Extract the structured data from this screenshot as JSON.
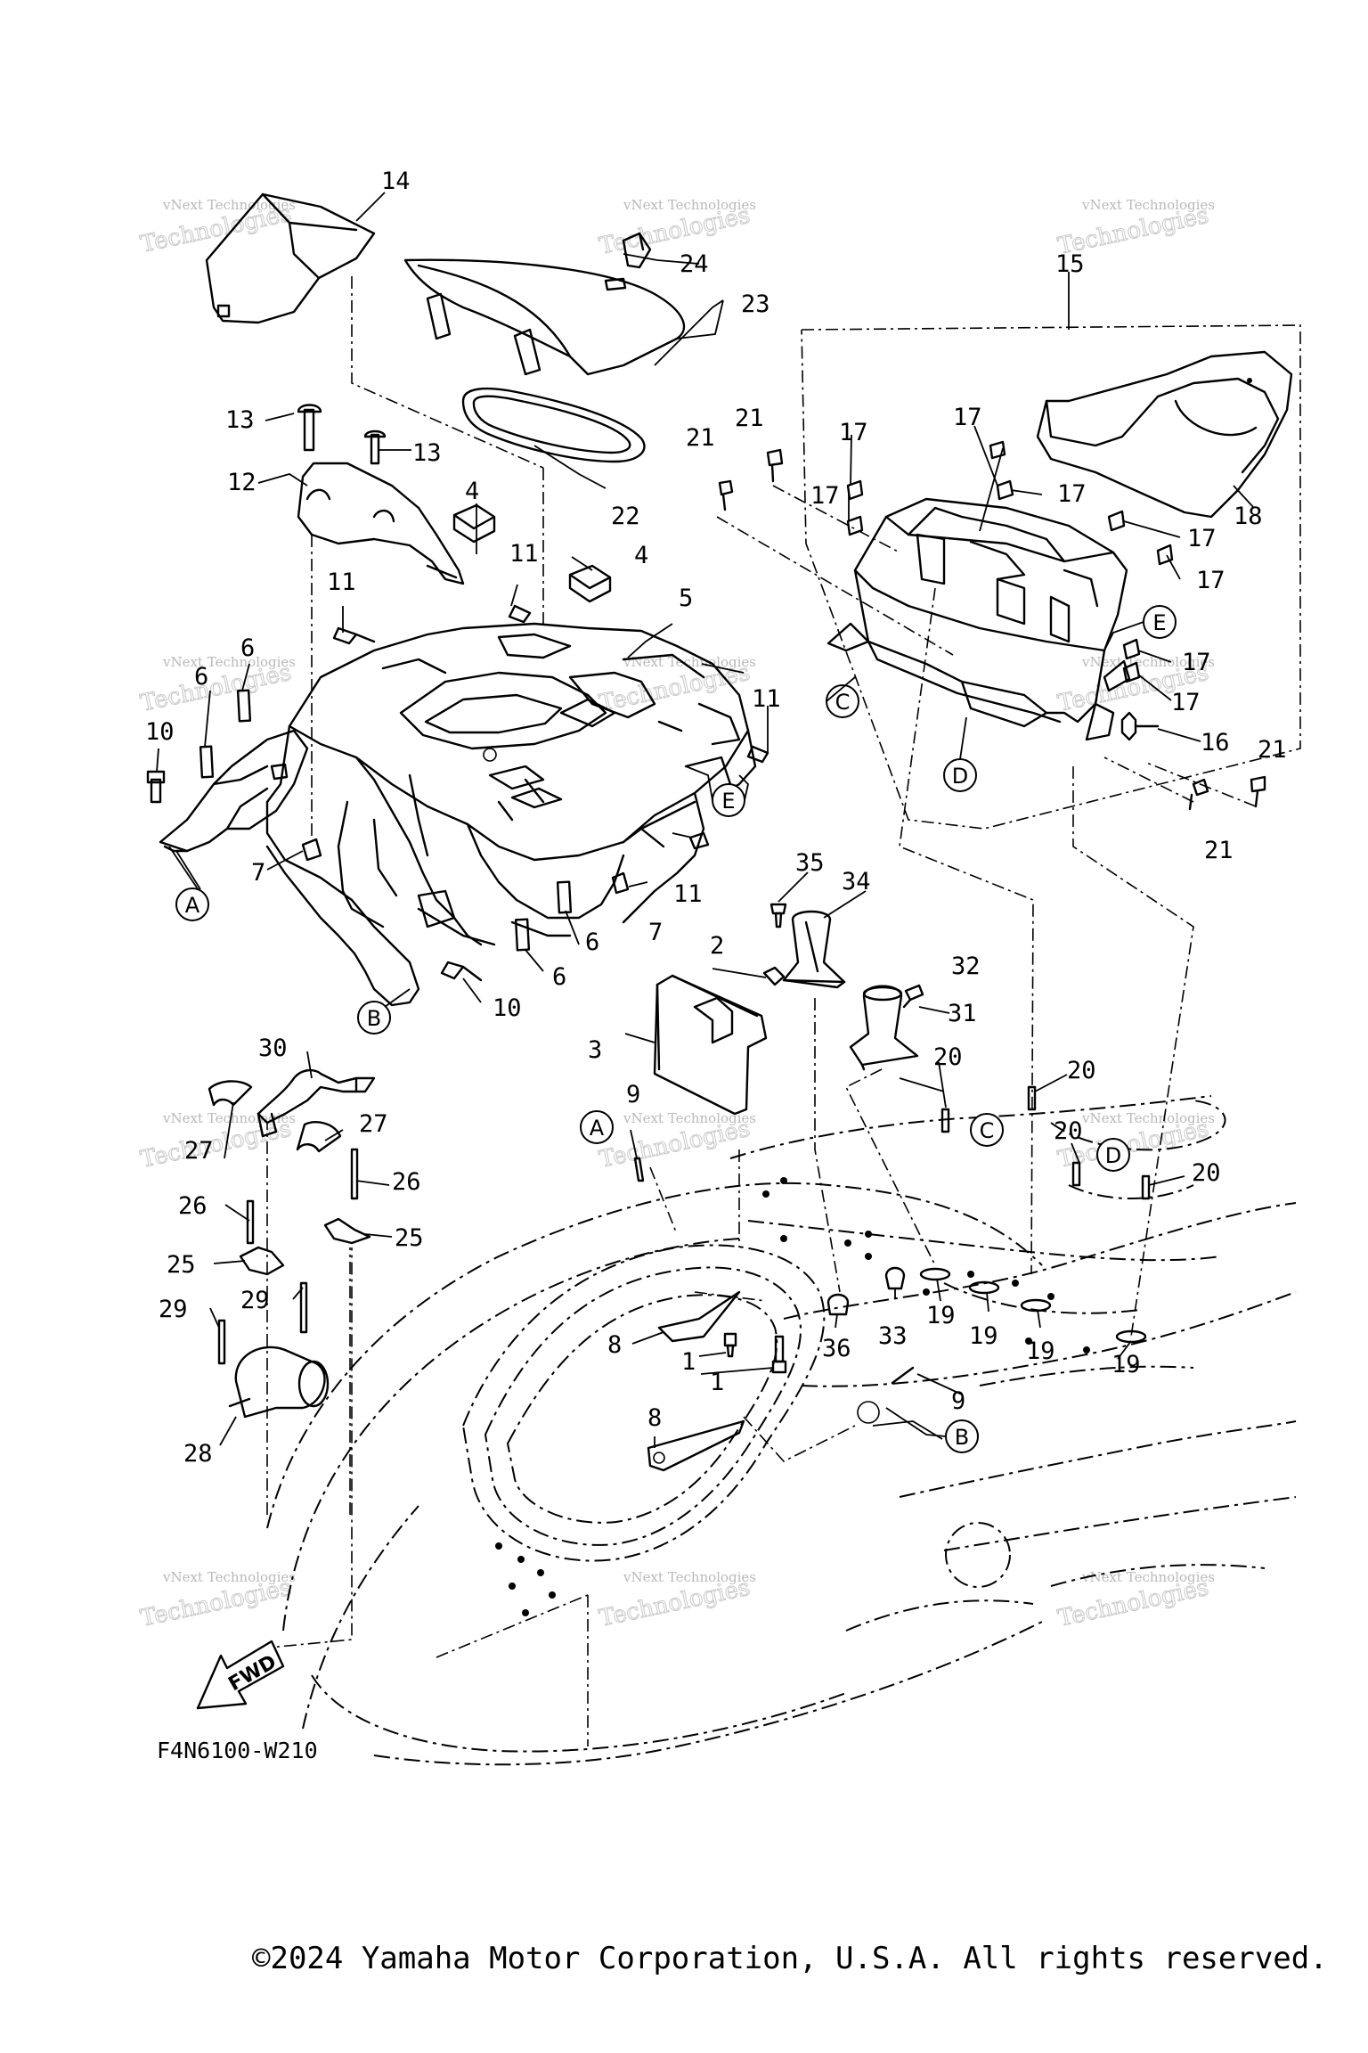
{
  "diagram": {
    "code": "F4N6100-W210",
    "copyright": "©2024 Yamaha Motor Corporation, U.S.A. All rights reserved.",
    "direction_label": "FWD",
    "watermark": [
      "vNext Technologies",
      "Technologies"
    ],
    "callouts": {
      "c1a": "1",
      "c1b": "1",
      "c2": "2",
      "c3": "3",
      "c4a": "4",
      "c4b": "4",
      "c5": "5",
      "c6a": "6",
      "c6b": "6",
      "c6c": "6",
      "c6d": "6",
      "c7a": "7",
      "c7b": "7",
      "c8a": "8",
      "c8b": "8",
      "c9a": "9",
      "c9b": "9",
      "c10a": "10",
      "c10b": "10",
      "c11a": "11",
      "c11b": "11",
      "c11c": "11",
      "c11d": "11",
      "c12": "12",
      "c13a": "13",
      "c13b": "13",
      "c14": "14",
      "c15": "15",
      "c16": "16",
      "c17a": "17",
      "c17b": "17",
      "c17c": "17",
      "c17d": "17",
      "c17e": "17",
      "c17f": "17",
      "c17g": "17",
      "c17h": "17",
      "c18": "18",
      "c19a": "19",
      "c19b": "19",
      "c19c": "19",
      "c19d": "19",
      "c20a": "20",
      "c20b": "20",
      "c20c": "20",
      "c20d": "20",
      "c21a": "21",
      "c21b": "21",
      "c21c": "21",
      "c21d": "21",
      "c22": "22",
      "c23": "23",
      "c24": "24",
      "c25a": "25",
      "c25b": "25",
      "c26a": "26",
      "c26b": "26",
      "c27a": "27",
      "c27b": "27",
      "c28": "28",
      "c29a": "29",
      "c29b": "29",
      "c30": "30",
      "c31": "31",
      "c32": "32",
      "c33": "33",
      "c34": "34",
      "c35": "35",
      "c36": "36"
    },
    "refs": {
      "A1": "A",
      "A2": "A",
      "B1": "B",
      "B2": "B",
      "C1": "C",
      "C2": "C",
      "D1": "D",
      "D2": "D",
      "E1": "E",
      "E2": "E"
    }
  }
}
